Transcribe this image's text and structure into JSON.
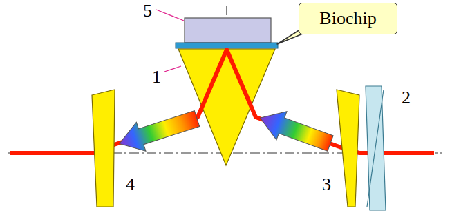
{
  "diagram": {
    "nodes": [
      {
        "text": [
          "Biochip"
        ]
      }
    ],
    "labels": [
      "5",
      "1",
      "2",
      "3",
      "4"
    ]
  }
}
